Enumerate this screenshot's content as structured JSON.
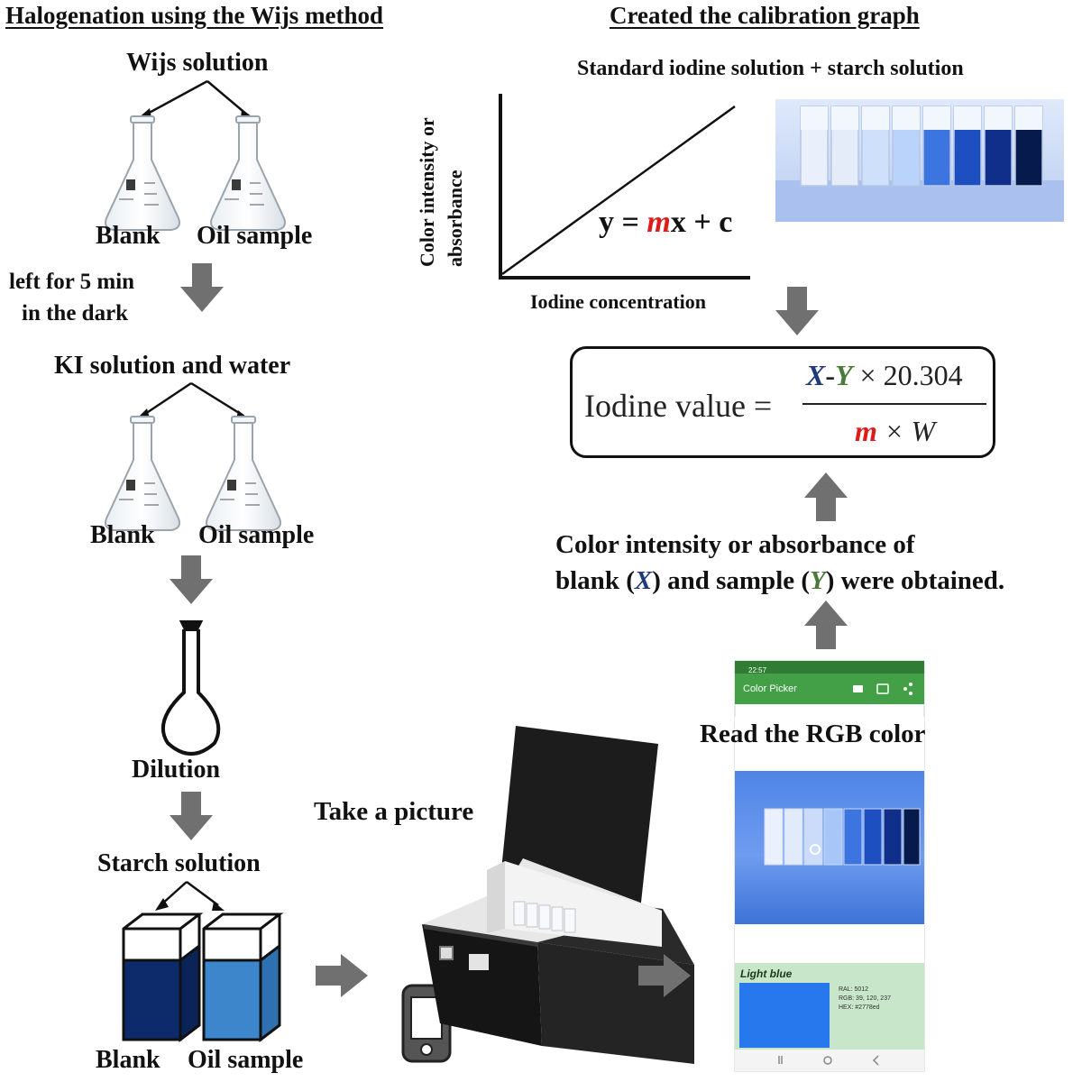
{
  "left_section": {
    "title": "Halogenation using the Wijs method",
    "wijs_solution": "Wijs solution",
    "flask_label_blank_1": "Blank",
    "flask_label_oil_1": "Oil sample",
    "wait_line1": "left for 5 min",
    "wait_line2": "in the dark",
    "ki_solution": "KI solution and water",
    "flask_label_blank_2": "Blank",
    "flask_label_oil_2": "Oil sample",
    "dilution": "Dilution",
    "starch_solution": "Starch solution",
    "cuvette_label_blank": "Blank",
    "cuvette_label_oil": "Oil sample"
  },
  "right_section": {
    "title": "Created the calibration graph",
    "standard_label": "Standard iodine solution + starch solution",
    "graph_ylabel_line1": "Color intensity or",
    "graph_ylabel_line2": "absorbance",
    "graph_xlabel": "Iodine concentration",
    "equation_y": "y = ",
    "equation_m": "m",
    "equation_rest": "x + c",
    "formula_lhs": "Iodine value =",
    "formula_x": "X",
    "formula_dash": "-",
    "formula_y": "Y",
    "formula_times_const": "× 20.304",
    "formula_m": "m",
    "formula_times_w": "× W",
    "obtained_line1": "Color intensity or absorbance of",
    "obtained_line2_a": "blank (",
    "obtained_x": "X",
    "obtained_line2_b": ") and sample (",
    "obtained_y": "Y",
    "obtained_line2_c": ") were obtained.",
    "read_rgb": "Read the RGB color",
    "take_picture": "Take a picture"
  },
  "phone_app": {
    "status_time": "22:57",
    "app_title": "Color Picker",
    "color_name": "Light blue",
    "ral": "RAL: 5012",
    "rgb": "RGB: 39, 120, 237",
    "hex": "HEX: #2778ed",
    "picked_color": "#2778ed",
    "header_color": "#43a047"
  },
  "colors": {
    "arrow": "#707070",
    "blank_cuvette": "#0d2a6b",
    "oil_cuvette": "#3d86cc",
    "m_highlight": "#e01b1b",
    "x_highlight": "#1f3a7a",
    "y_highlight": "#4a7a3a"
  }
}
